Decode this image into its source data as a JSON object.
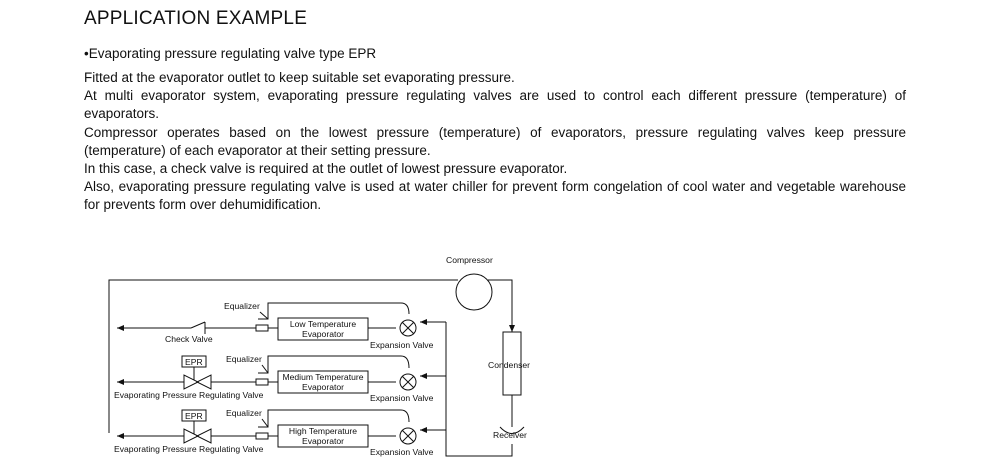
{
  "heading": "APPLICATION EXAMPLE",
  "bullet": {
    "symbol": "•",
    "text": "Evaporating pressure regulating valve type EPR"
  },
  "paragraphs": [
    "Fitted at the evaporator outlet to keep suitable set evaporating pressure.",
    "At multi evaporator system, evaporating pressure regulating valves are used to control each different pressure (temperature) of evaporators.",
    "Compressor operates based on the lowest pressure (temperature) of evaporators, pressure regulating valves keep pressure (temperature) of each evaporator at their setting pressure.",
    "In this case, a check valve is required at the outlet of lowest pressure evaporator.",
    "Also, evaporating pressure regulating valve is used at water chiller for prevent form congelation of cool water and vegetable warehouse for prevents form over dehumidification."
  ],
  "diagram": {
    "compressor": "Compressor",
    "condenser": "Condenser",
    "receiver": "Receiver",
    "check_valve": "Check Valve",
    "equalizer": "Equalizer",
    "expansion_valve": "Expansion Valve",
    "epr_tag": "EPR",
    "epr_valve": "Evaporating Pressure Regulating Valve",
    "evap_low": [
      "Low Temperature",
      "Evaporator"
    ],
    "evap_medium": [
      "Medium Temperature",
      "Evaporator"
    ],
    "evap_high": [
      "High Temperature",
      "Evaporator"
    ]
  }
}
